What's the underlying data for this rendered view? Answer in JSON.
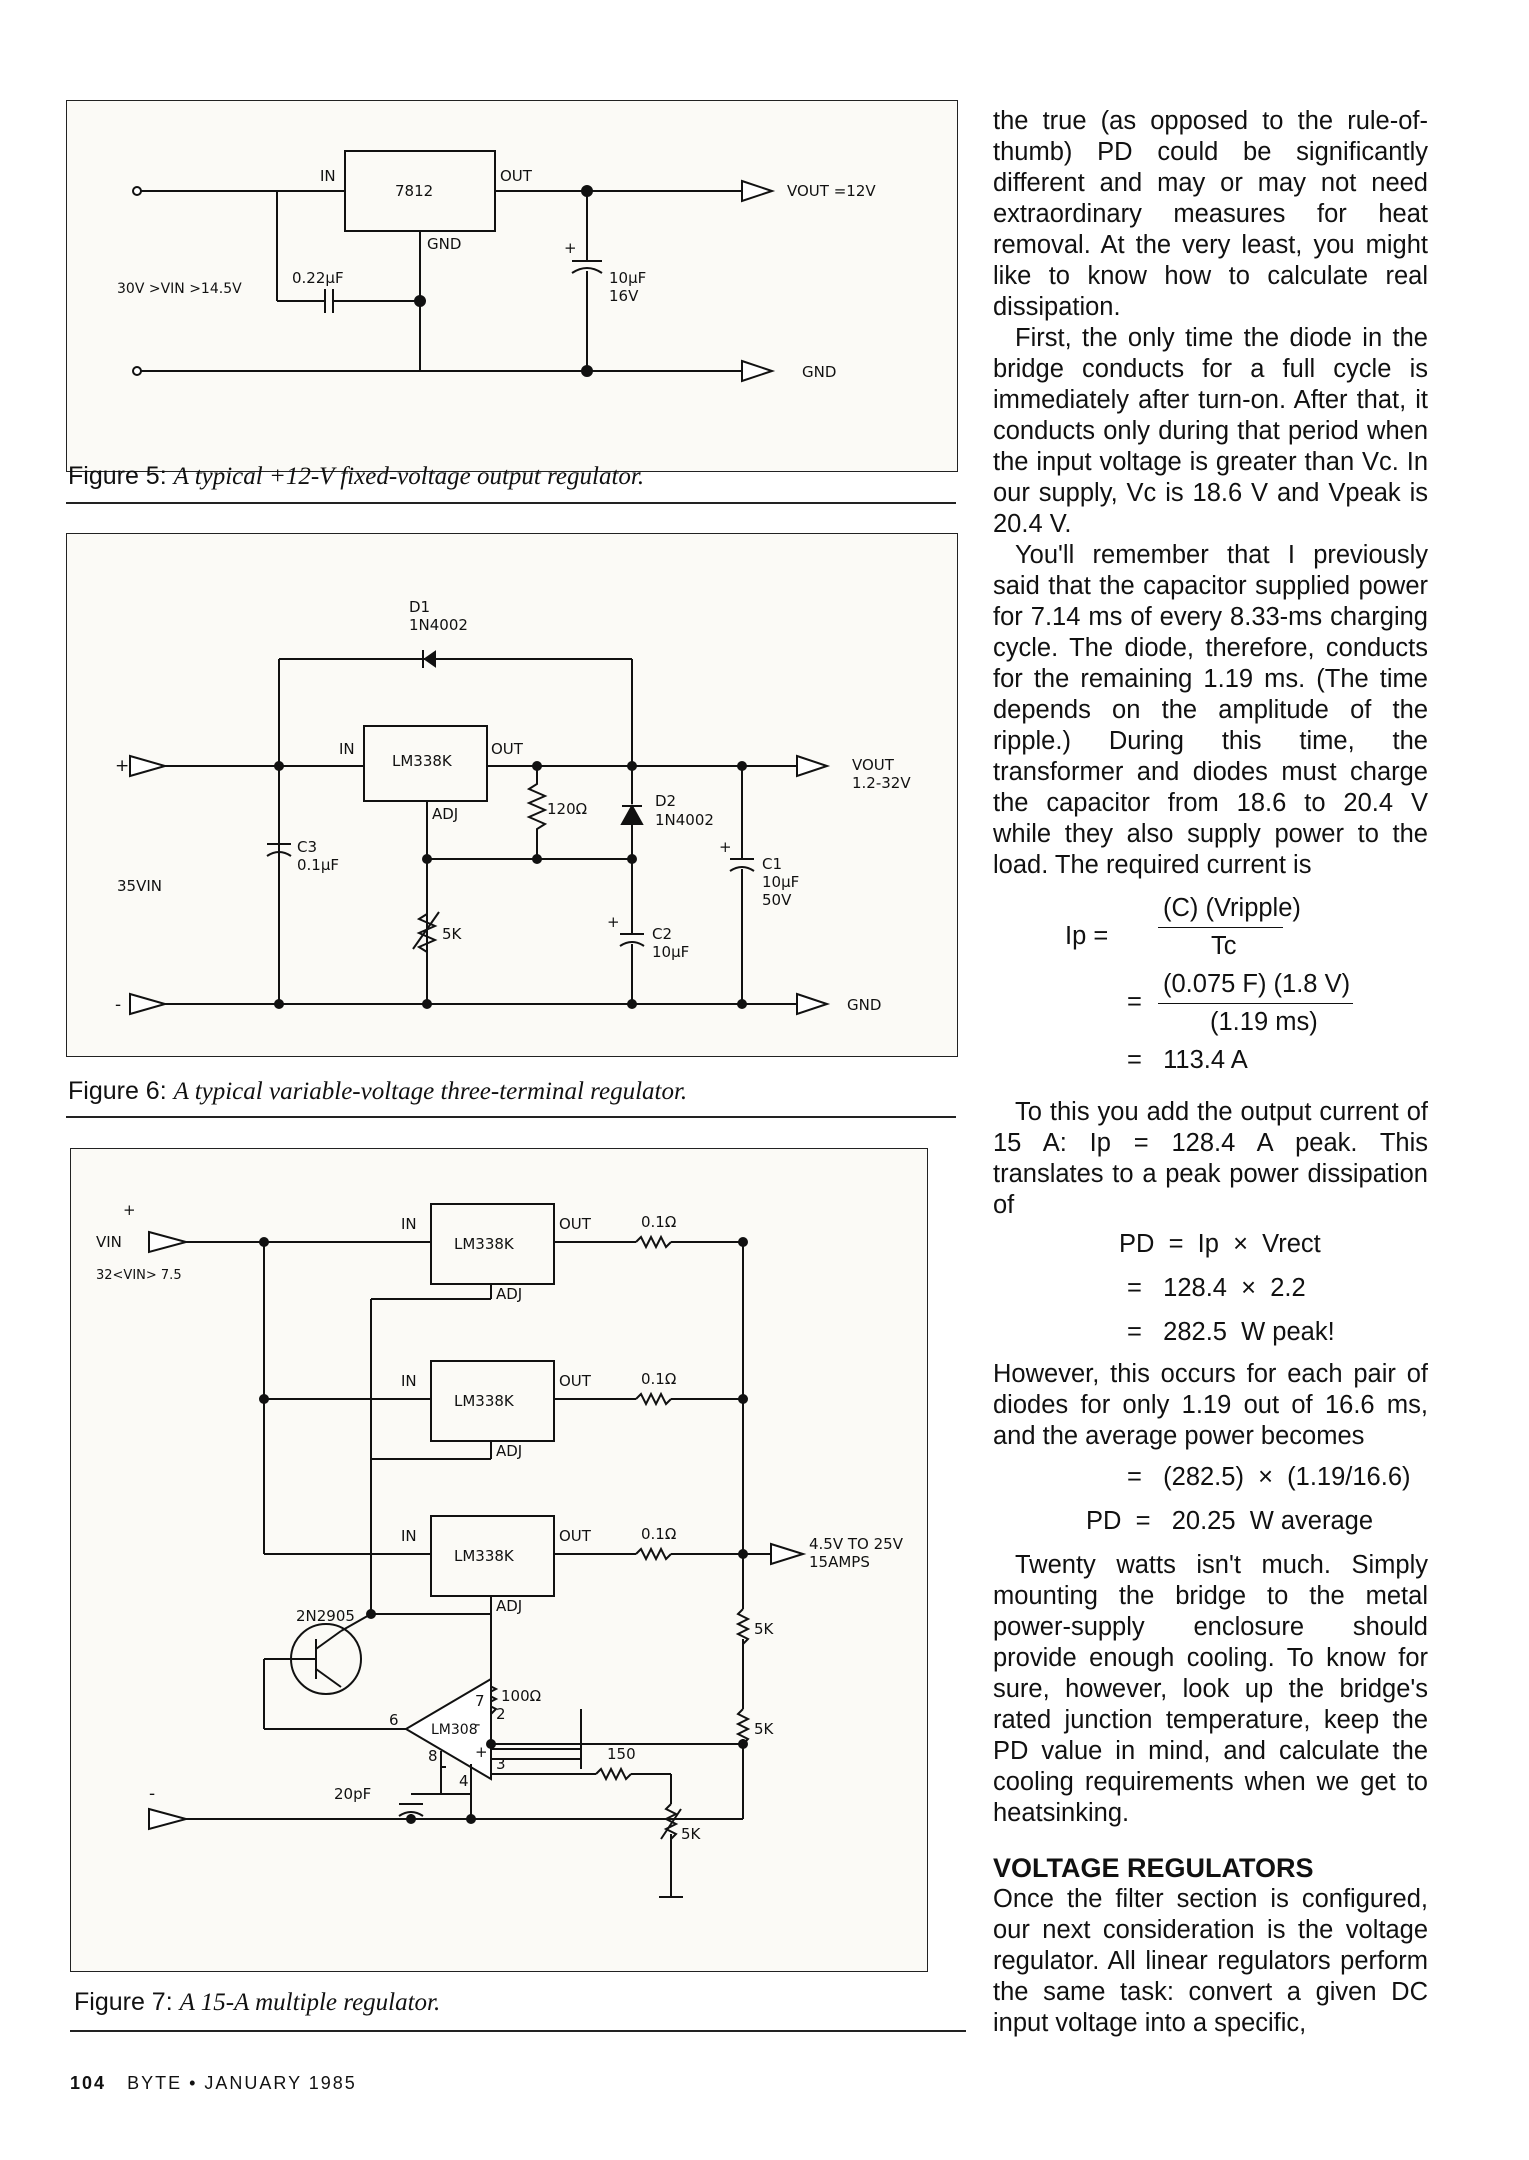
{
  "figure5": {
    "caption_label": "Figure 5:",
    "caption_text": "A typical +12-V fixed-voltage output regulator.",
    "chip": "7812",
    "pin_in": "IN",
    "pin_out": "OUT",
    "pin_gnd": "GND",
    "input_range": "30V >VIN >14.5V",
    "cap1": "0.22μF",
    "cap2_value": "10μF",
    "cap2_voltage": "16V",
    "vout_label": "VOUT =12V",
    "gnd_label": "GND",
    "plus": "+"
  },
  "figure6": {
    "caption_label": "Figure 6:",
    "caption_text": "A typical variable-voltage three-terminal regulator.",
    "d1_name": "D1",
    "d1_part": "1N4002",
    "chip": "LM338K",
    "pin_in": "IN",
    "pin_out": "OUT",
    "pin_adj": "ADJ",
    "r1": "120Ω",
    "d2_name": "D2",
    "d2_part": "1N4002",
    "c3_name": "C3",
    "c3_value": "0.1μF",
    "vin_label": "35VIN",
    "pot": "5K",
    "c1_name": "C1",
    "c1_value": "10μF",
    "c1_voltage": "50V",
    "c2_name": "C2",
    "c2_value": "10μF",
    "vout_label": "VOUT",
    "vout_range": "1.2-32V",
    "gnd_label": "GND",
    "plus": "+",
    "minus": "-"
  },
  "figure7": {
    "caption_label": "Figure 7:",
    "caption_text": "A 15-A multiple regulator.",
    "vin_label": "VIN",
    "vin_range": "32<VIN> 7.5",
    "chip": "LM338K",
    "pin_in": "IN",
    "pin_out": "OUT",
    "pin_adj": "ADJ",
    "r_sense": "0.1Ω",
    "output_voltage": "4.5V TO 25V",
    "output_current": "15AMPS",
    "transistor": "2N2905",
    "r100": "100Ω",
    "opamp": "LM308",
    "pin2": "2",
    "pin3": "3",
    "pin4": "4",
    "pin6": "6",
    "pin7": "7",
    "pin8": "8",
    "cap": "20pF",
    "r150": "150",
    "r5k": "5K",
    "plus": "+",
    "minus": "-"
  },
  "text": {
    "p1": "the true (as opposed to the rule-of-thumb) PD could be significantly different and may or may not need extraordinary measures for heat removal. At the very least, you might like to know how to calculate real dissipation.",
    "p2": "First, the only time the diode in the bridge conducts for a full cycle is immediately after turn-on. After that, it conducts only during that period when the input voltage is greater than Vc. In our supply, Vc is 18.6 V and Vpeak is 20.4 V.",
    "p3": "You'll remember that I previously said that the capacitor supplied power for 7.14 ms of every 8.33-ms charging cycle. The diode, therefore, conducts for the remaining 1.19 ms. (The time depends on the amplitude of the ripple.) During this time, the transformer and diodes must charge the capacitor from 18.6 to 20.4 V while they also supply power to the load. The required current is",
    "eq1_lhs": "Ip =",
    "eq1_num": "(C) (Vripple)",
    "eq1_den": "Tc",
    "eq2_eq": "=",
    "eq2_num": "(0.075 F) (1.8 V)",
    "eq2_den": "(1.19 ms)",
    "eq3": "=   113.4 A",
    "p4": "To this you add the output current of 15 A: Ip = 128.4 A peak. This translates to a peak power dissipation of",
    "eq4": "PD  =  Ip  ×  Vrect",
    "eq5": "=   128.4  ×  2.2",
    "eq6": "=   282.5  W peak!",
    "p5": "However, this occurs for each pair of diodes for only 1.19 out of 16.6 ms, and the average power becomes",
    "eq7": "=   (282.5)  ×  (1.19/16.6)",
    "eq8": "PD  =   20.25  W average",
    "p6": "Twenty watts isn't much. Simply mounting the bridge to the metal power-supply enclosure should provide enough cooling. To know for sure, however, look up the bridge's rated junction temperature, keep the PD value in mind, and calculate the cooling requirements when we get to heatsinking.",
    "heading": "VOLTAGE REGULATORS",
    "p7": "Once the filter section is configured, our next consideration is the voltage regulator. All linear regulators perform the same task: convert a given DC input voltage into a specific,"
  },
  "footer": {
    "page_number": "104",
    "publication": "BYTE • JANUARY 1985"
  }
}
